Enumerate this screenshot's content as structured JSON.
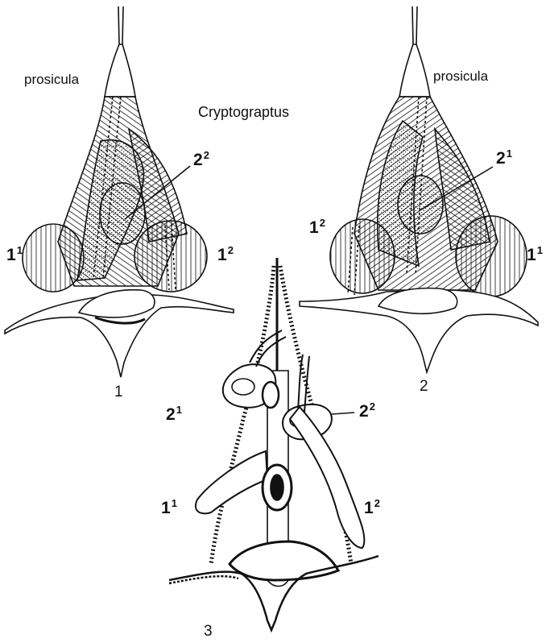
{
  "title": "Cryptograptus",
  "panels": [
    {
      "number": "1",
      "prosicula": "prosicula",
      "labels": {
        "a": {
          "base": "2",
          "sup": "2"
        },
        "b": {
          "base": "1",
          "sup": "1"
        },
        "c": {
          "base": "1",
          "sup": "2"
        }
      }
    },
    {
      "number": "2",
      "prosicula": "prosicula",
      "labels": {
        "a": {
          "base": "2",
          "sup": "1"
        },
        "b": {
          "base": "1",
          "sup": "2"
        },
        "c": {
          "base": "1",
          "sup": "1"
        }
      }
    },
    {
      "number": "3",
      "labels": {
        "a": {
          "base": "2",
          "sup": "1"
        },
        "b": {
          "base": "2",
          "sup": "2"
        },
        "c": {
          "base": "1",
          "sup": "1"
        },
        "d": {
          "base": "1",
          "sup": "2"
        }
      }
    }
  ]
}
